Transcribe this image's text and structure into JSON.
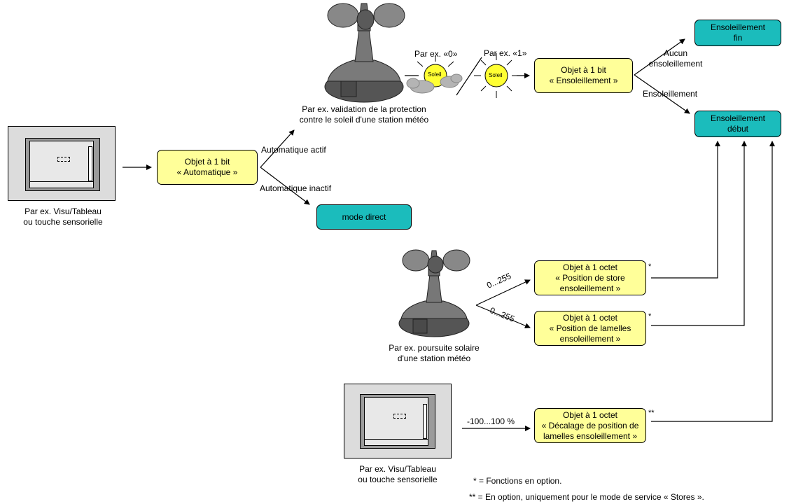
{
  "boxes": {
    "automatique": {
      "line1": "Objet à 1 bit",
      "line2": "« Automatique »"
    },
    "ensoleillement": {
      "line1": "Objet à 1 bit",
      "line2": "« Ensoleillement »"
    },
    "ens_fin": {
      "line1": "Ensoleillement",
      "line2": "fin"
    },
    "ens_debut": {
      "line1": "Ensoleillement",
      "line2": "début"
    },
    "mode_direct": {
      "line1": "mode direct"
    },
    "pos_store": {
      "line1": "Objet à 1 octet",
      "line2": "« Position de store",
      "line3": "ensoleillement »"
    },
    "pos_lamelles": {
      "line1": "Objet à 1 octet",
      "line2": "« Position de lamelles",
      "line3": "ensoleillement »"
    },
    "decalage": {
      "line1": "Objet à 1 octet",
      "line2": "« Décalage de position de",
      "line3": "lamelles ensoleillement »"
    }
  },
  "labels": {
    "auto_actif": "Automatique actif",
    "auto_inactif": "Automatique inactif",
    "par_ex_0": "Par ex.  «0»",
    "par_ex_1": "Par ex.  «1»",
    "soleil": "Soleil",
    "aucun_line1": "Aucun",
    "aucun_line2": "ensoleillement",
    "ensoleillement": "Ensoleillement",
    "range_0_255_a": "0...255",
    "range_0_255_b": "0...255",
    "range_pct": "-100...100 %",
    "star1": "*",
    "star2": "*",
    "star3": "**"
  },
  "captions": {
    "station1_line1": "Par ex. validation de la protection",
    "station1_line2": "contre le soleil d'une station météo",
    "visu1_line1": "Par ex. Visu/Tableau",
    "visu1_line2": "ou touche sensorielle",
    "station2_line1": "Par ex. poursuite solaire",
    "station2_line2": "d'une station météo",
    "visu2_line1": "Par ex. Visu/Tableau",
    "visu2_line2": "ou touche sensorielle"
  },
  "footnotes": {
    "note1": "* = Fonctions en option.",
    "note2": "** = En option, uniquement pour le mode de service « Stores »."
  },
  "colors": {
    "object_box": "#ffff99",
    "result_box": "#1bbcbc",
    "sun": "#ffff33",
    "device": "#6e6e6e"
  }
}
